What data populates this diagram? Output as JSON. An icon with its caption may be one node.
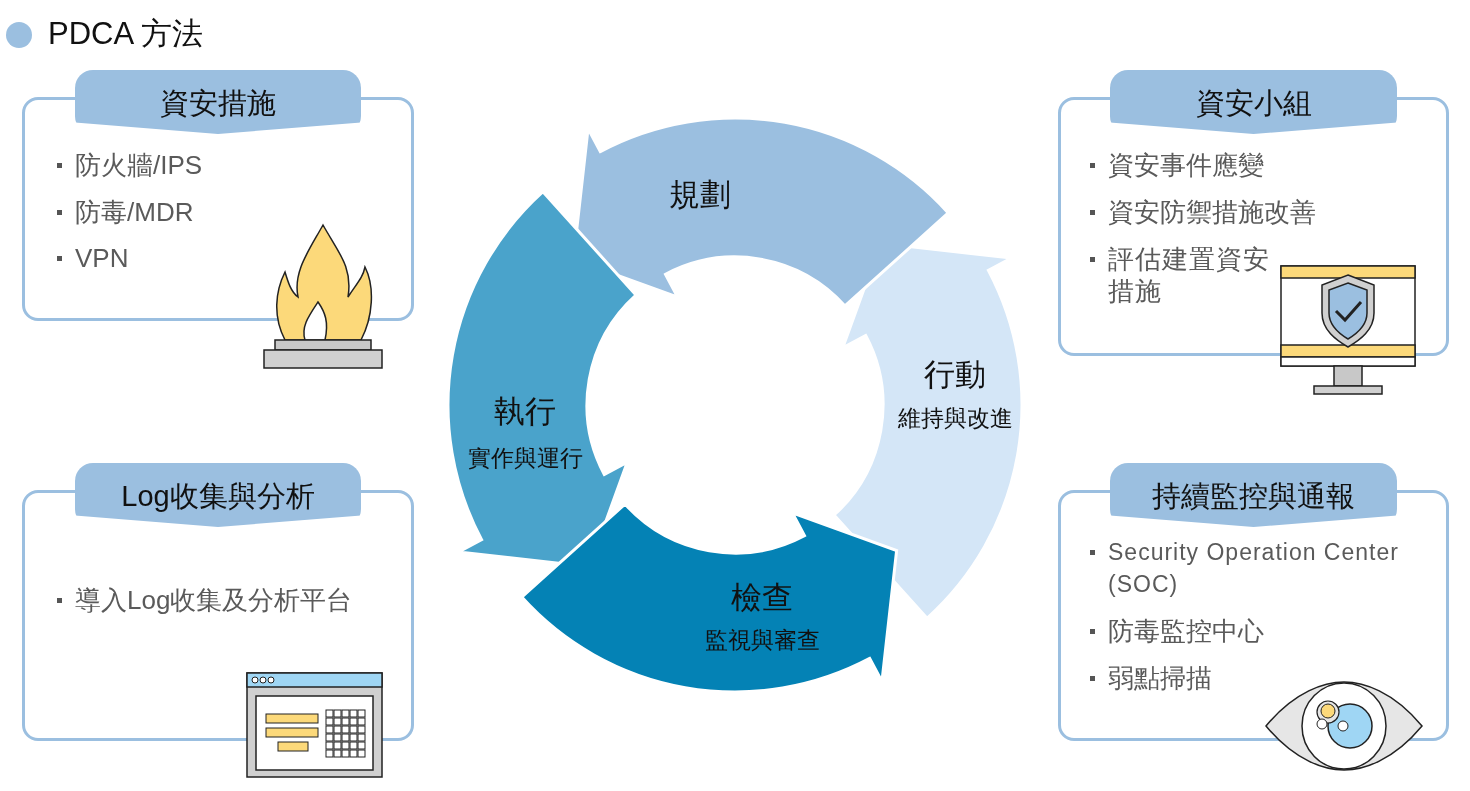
{
  "diagram": {
    "title": "PDCA 方法",
    "nodes": [
      {
        "text": [
          "資安措施",
          "防火牆/IPS",
          "防毒/MDR",
          "VPN"
        ]
      },
      {
        "text": [
          "資安小組",
          "資安事件應變",
          "資安防禦措施改善",
          "評估建置資安措施"
        ]
      },
      {
        "text": [
          "Log收集與分析",
          "導入Log收集及分析平台"
        ]
      },
      {
        "text": [
          "持續監控與通報",
          "Security Operation Center (SOC)",
          "防毒監控中心",
          "弱點掃描"
        ]
      },
      {
        "text": [
          "規劃"
        ]
      },
      {
        "text": [
          "執行",
          "實作與運行"
        ]
      },
      {
        "text": [
          "檢查",
          "監視與審查"
        ]
      },
      {
        "text": [
          "行動",
          "維持與改進"
        ]
      }
    ]
  }
}
